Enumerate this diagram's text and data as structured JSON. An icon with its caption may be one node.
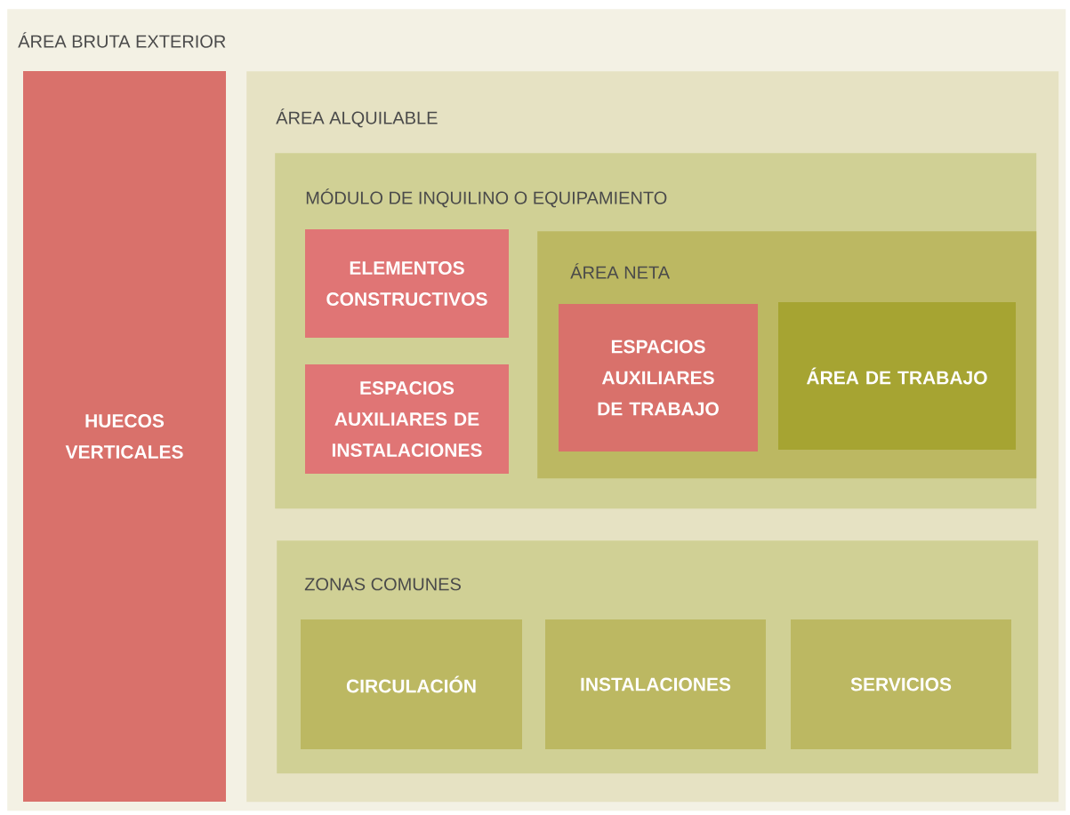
{
  "diagram": {
    "nodes": [
      {
        "text": [
          "ÁREA BRUTA EXTERIOR"
        ]
      },
      {
        "text": [
          "HUECOS VERTICALES"
        ],
        "in": 0
      },
      {
        "text": [
          "ÁREA ALQUILABLE"
        ],
        "in": 0
      },
      {
        "text": [
          "MÓDULO DE INQUILINO O EQUIPAMIENTO"
        ],
        "in": 2
      },
      {
        "text": [
          "ELEMENTOS CONSTRUCTIVOS"
        ],
        "in": 3
      },
      {
        "text": [
          "ESPACIOS AUXILIARES DE INSTALACIONES"
        ],
        "in": 3
      },
      {
        "text": [
          "ÁREA NETA"
        ],
        "in": 3
      },
      {
        "text": [
          "ESPACIOS AUXILIARES DE TRABAJO"
        ],
        "in": 6
      },
      {
        "text": [
          "ÁREA DE TRABAJO"
        ],
        "in": 6
      },
      {
        "text": [
          "ZONAS COMUNES"
        ],
        "in": 2
      },
      {
        "text": [
          "CIRCULACIÓN"
        ],
        "in": 9
      },
      {
        "text": [
          "INSTALACIONES"
        ],
        "in": 9
      },
      {
        "text": [
          "SERVICIOS"
        ],
        "in": 9
      }
    ]
  }
}
